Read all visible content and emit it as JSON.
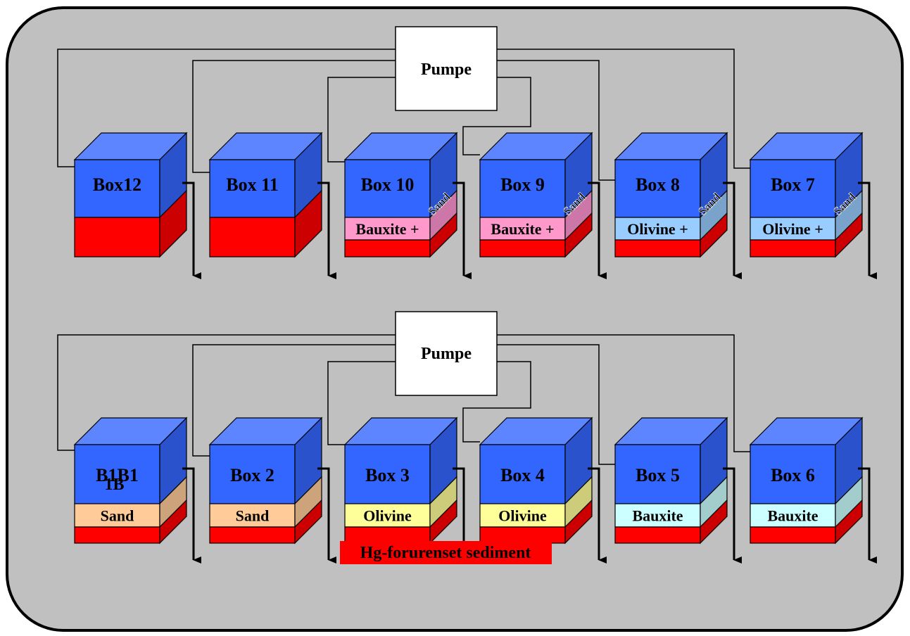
{
  "colors": {
    "panel": "#c0c0c0",
    "box_front": "#3366ff",
    "box_top": "#5c85ff",
    "box_side": "#2a52cc",
    "sediment": "#ff0000",
    "sediment_side": "#cc0000",
    "pump_fill": "#ffffff",
    "line": "#000000",
    "caption_bg": "#ff0000"
  },
  "pumps": [
    {
      "label": "Pumpe"
    },
    {
      "label": "Pumpe"
    }
  ],
  "top_row": [
    {
      "label": "Box12",
      "layer": null
    },
    {
      "label": "Box 11",
      "layer": null
    },
    {
      "label": "Box 10",
      "layer": {
        "label": "Bauxite +",
        "side_label": "Sand",
        "color": "#ff99cc",
        "side_color": "#cc77a8"
      }
    },
    {
      "label": "Box 9",
      "layer": {
        "label": "Bauxite +",
        "side_label": "Sand",
        "color": "#ff99cc",
        "side_color": "#cc77a8"
      }
    },
    {
      "label": "Box 8",
      "layer": {
        "label": "Olivine +",
        "side_label": "Sand",
        "color": "#99ccff",
        "side_color": "#7aa3cc"
      }
    },
    {
      "label": "Box 7",
      "layer": {
        "label": "Olivine +",
        "side_label": "Sand",
        "color": "#99ccff",
        "side_color": "#7aa3cc"
      }
    }
  ],
  "bottom_row": [
    {
      "label": "B1B1",
      "overlay_label": "1B",
      "layer": {
        "label": "Sand",
        "color": "#ffcc99",
        "side_color": "#cca37a"
      }
    },
    {
      "label": "Box 2",
      "layer": {
        "label": "Sand",
        "color": "#ffcc99",
        "side_color": "#cca37a"
      }
    },
    {
      "label": "Box 3",
      "layer": {
        "label": "Olivine",
        "color": "#ffff99",
        "side_color": "#cccc7a"
      }
    },
    {
      "label": "Box 4",
      "layer": {
        "label": "Olivine",
        "color": "#ffff99",
        "side_color": "#cccc7a"
      }
    },
    {
      "label": "Box 5",
      "layer": {
        "label": "Bauxite",
        "color": "#ccffff",
        "side_color": "#a3cccc"
      }
    },
    {
      "label": "Box 6",
      "layer": {
        "label": "Bauxite",
        "color": "#ccffff",
        "side_color": "#a3cccc"
      }
    }
  ],
  "caption": "Hg-forurenset sediment"
}
